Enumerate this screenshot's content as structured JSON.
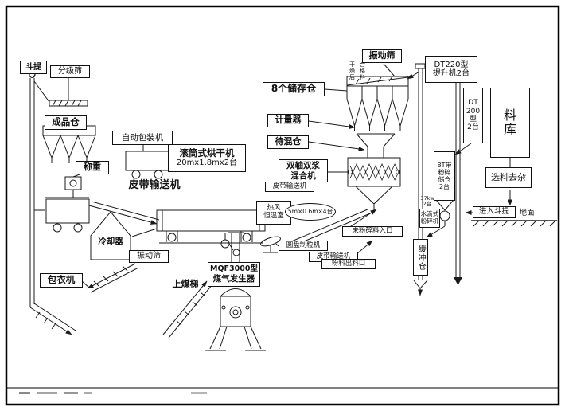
{
  "colors": {
    "ink": "#1a1a1a",
    "paper": "#ffffff"
  },
  "labels": {
    "bucket_elevator": "斗提",
    "grading_screen": "分级筛",
    "product_silo": "成品仓",
    "auto_packer": "自动包装机",
    "weighing": "称重",
    "drum_dryer": "滚筒式烘干机",
    "drum_dryer_spec": "20mx1.8mx2台",
    "belt_conveyor_left": "皮带输送机",
    "cooler": "冷却器",
    "vibrating_screen_left": "振动筛",
    "coating_machine": "包衣机",
    "storage_silos": "8个储存仓",
    "vibrating_screen_top": "振动筛",
    "meter": "计量器",
    "premix_bin": "待混仓",
    "mixer_line1": "双轴双浆",
    "mixer_line2": "混合机",
    "belt_conveyor_mid": "皮带输送机",
    "hot_air_line1": "热风",
    "hot_air_line2": "恒温室",
    "disc_granulator": "圆盘制粒机",
    "belt_conveyor_low": "皮带输送机",
    "conveyor_spec": "5m×0.6m×4台",
    "uncrushed_inlet": "未粉碎料入口",
    "powder_outlet": "粉料出料口",
    "gas_generator_line1": "MQF3000型",
    "gas_generator_line2": "煤气发生器",
    "coal_ladder": "上煤梯",
    "dt220_line1": "DT220型",
    "dt220_line2": "提升机2台",
    "dt200_line1": "DT",
    "dt200_line2": "200",
    "dt200_line3": "型",
    "dt200_line4": "2台",
    "warehouse_line1": "料",
    "warehouse_line2": "库",
    "sorting": "选料去杂",
    "bin8t_line1": "8T带",
    "bin8t_line2": "粉碎",
    "bin8t_line3": "储仓",
    "bin8t_line4": "2台",
    "crusher_line1": "水滴式",
    "crusher_line2": "粉碎机",
    "crusher_power_line1": "37kw",
    "crusher_power_line2": "2台",
    "buffer_bin": "缓冲仓",
    "enter_elevator": "进入斗提",
    "ground": "地面",
    "silo_note1": "干燥后",
    "silo_note2": "合格料"
  }
}
